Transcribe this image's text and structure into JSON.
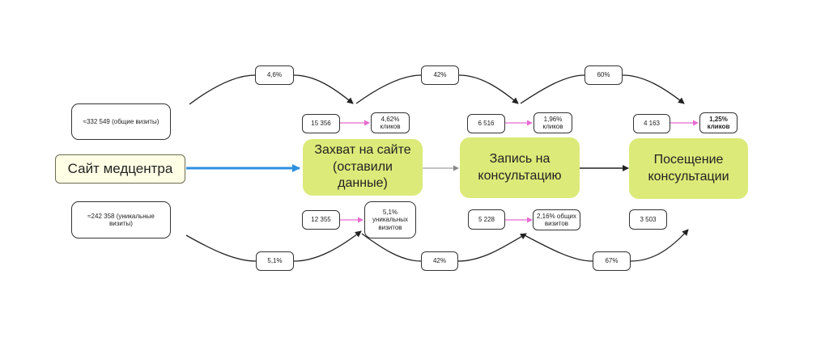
{
  "colors": {
    "accent_arrow": "#2e8fe0",
    "pink_arrow": "#e86bd2",
    "step_fill": "#dcea79",
    "main_fill": "#ffffe6"
  },
  "nodes": {
    "site": "Сайт медцентра",
    "capture": "Захват на сайте (оставили данные)",
    "booking": "Запись на консультацию",
    "visit": "Посещение консультации"
  },
  "visits": {
    "total": "≈332 549 (общие визиты)",
    "unique": "≈242 358 (уникальные визиты)"
  },
  "top_rates": [
    "4,6%",
    "42%",
    "60%"
  ],
  "bottom_rates": [
    "5,1%",
    "42%",
    "67%"
  ],
  "capture_stats": {
    "clicks_count": "15 356",
    "clicks_rate": "4,62% кликов",
    "unique_count": "12 355",
    "unique_rate": "5,1% уникальных визитов"
  },
  "booking_stats": {
    "clicks_count": "6 516",
    "clicks_rate": "1,96% кликов",
    "unique_count": "5 228",
    "unique_rate": "2,16% общих визитов"
  },
  "visit_stats": {
    "clicks_count": "4 163",
    "clicks_rate": "1,25% кликов",
    "unique_count": "3 503"
  }
}
